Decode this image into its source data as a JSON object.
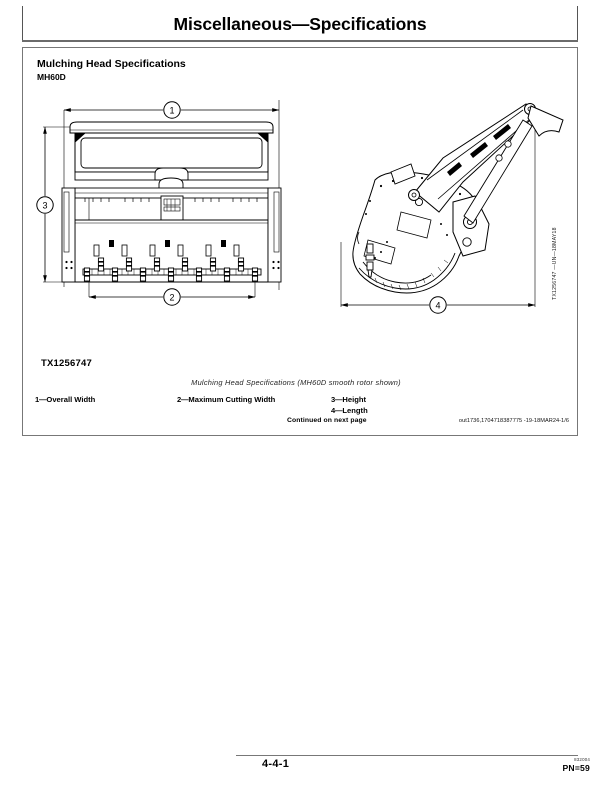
{
  "header": {
    "title": "Miscellaneous—Specifications"
  },
  "content": {
    "section_title": "Mulching Head Specifications",
    "model": "MH60D",
    "drawing_number": "TX1256747",
    "side_code": "TX1256747 —UN—18MAY18",
    "caption": "Mulching Head Specifications (MH60D smooth rotor shown)",
    "legend": {
      "columns": [
        [
          {
            "num": "1—",
            "label": "Overall Width"
          }
        ],
        [
          {
            "num": "2—",
            "label": "Maximum Cutting Width"
          }
        ],
        [
          {
            "num": "3—",
            "label": "Height"
          },
          {
            "num": "4—",
            "label": "Length"
          }
        ]
      ]
    },
    "continued": "Continued on next page",
    "doc_ref": "out1736,1704718387775 -19-18MAR24-1/6"
  },
  "figure": {
    "callouts": {
      "overall_width": "1",
      "max_cutting_width": "2",
      "height": "3",
      "length": "4"
    }
  },
  "footer": {
    "page_number": "4-4-1",
    "code": "832004",
    "pn": "PN=59"
  }
}
